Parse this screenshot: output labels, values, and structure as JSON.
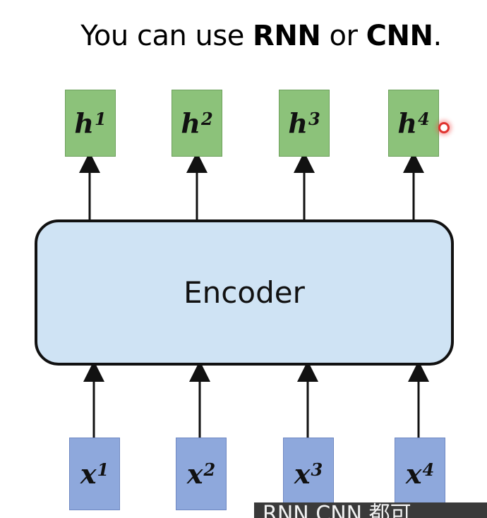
{
  "title": {
    "prefix": "You can use ",
    "rnn": "RNN",
    "middle": " or ",
    "cnn": "CNN",
    "suffix": "."
  },
  "encoder": {
    "label": "Encoder"
  },
  "outputs": [
    {
      "base": "h",
      "sup": "1"
    },
    {
      "base": "h",
      "sup": "2"
    },
    {
      "base": "h",
      "sup": "3"
    },
    {
      "base": "h",
      "sup": "4"
    }
  ],
  "inputs": [
    {
      "base": "x",
      "sup": "1"
    },
    {
      "base": "x",
      "sup": "2"
    },
    {
      "base": "x",
      "sup": "3"
    },
    {
      "base": "x",
      "sup": "4"
    }
  ],
  "subtitle_bar": {
    "text": "RNN CNN 都可"
  },
  "colors": {
    "output_box": "#8cc27a",
    "input_box": "#8ea8dc",
    "encoder_fill": "#cfe3f4"
  }
}
